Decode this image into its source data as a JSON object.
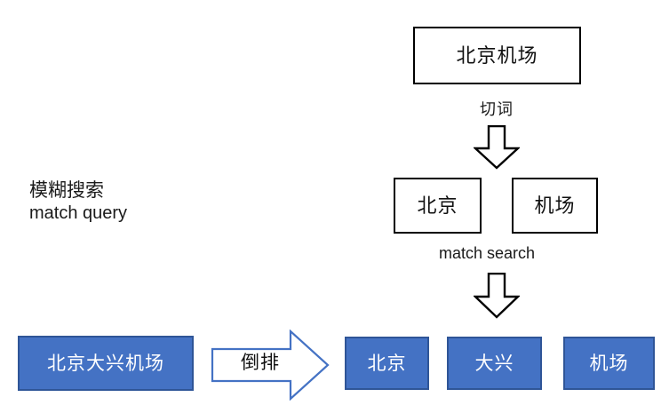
{
  "diagram": {
    "title_text_left": {
      "line1": "模糊搜索",
      "line2": "match query"
    },
    "query_box": {
      "label": "北京机场"
    },
    "tokenize_label": "切词",
    "token_boxes": [
      {
        "label": "北京"
      },
      {
        "label": "机场"
      }
    ],
    "match_search_label": "match search",
    "source_doc_box": {
      "label": "北京大兴机场"
    },
    "invert_arrow_label": "倒排",
    "index_term_boxes": [
      {
        "label": "北京"
      },
      {
        "label": "大兴"
      },
      {
        "label": "机场"
      }
    ],
    "icons": {
      "arrow_down_tokenize": "arrow-down-icon",
      "arrow_down_match": "arrow-down-icon",
      "arrow_right_invert": "arrow-right-icon"
    },
    "colors": {
      "box_fill_blue": "#4472C4",
      "box_border_blue": "#2F5597",
      "outline_black": "#000000",
      "arrow_outline_blue": "#4472C4",
      "background": "#FFFFFF",
      "text_dark": "#111111",
      "text_light": "#FFFFFF"
    }
  }
}
